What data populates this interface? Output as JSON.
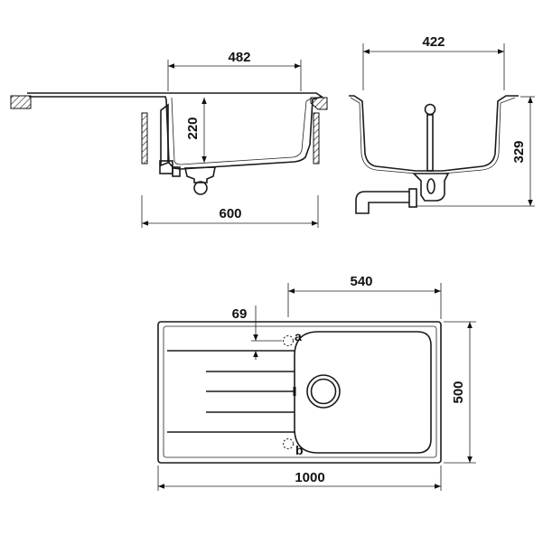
{
  "drawing": {
    "side_view": {
      "bowl_width": "482",
      "bowl_depth": "220",
      "cabinet_width": "600"
    },
    "end_view": {
      "width": "422",
      "total_height": "329"
    },
    "top_view": {
      "bowl_length": "540",
      "tap_hole_offset": "69",
      "overall_depth": "500",
      "overall_length": "1000",
      "tap_hole_a": "a",
      "tap_hole_b": "b"
    }
  },
  "colors": {
    "line": "#1a1a1a",
    "background": "#ffffff"
  }
}
